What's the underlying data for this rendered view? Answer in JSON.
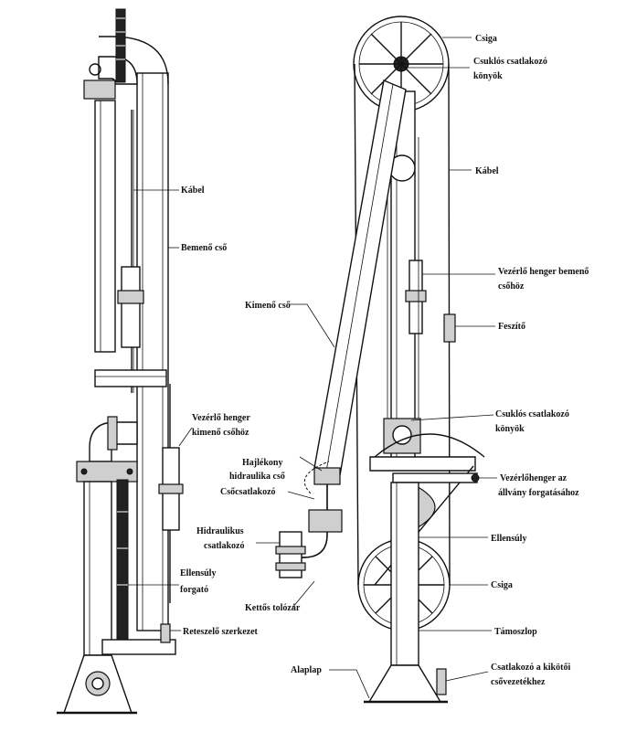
{
  "labels": {
    "csiga_top": "Csiga",
    "csuklos_top_1": "Csuklós csatlakozó",
    "csuklos_top_2": "könyök",
    "kabel_right": "Kábel",
    "vezerlo_bemeno_1": "Vezérlő henger bemenő",
    "vezerlo_bemeno_2": "csőhöz",
    "feszito": "Feszítő",
    "csuklos_mid_1": "Csuklós csatlakozó",
    "csuklos_mid_2": "könyök",
    "vezerlo_allvany_1": "Vezérlőhenger az",
    "vezerlo_allvany_2": "állvány forgatásához",
    "ellensuly_right": "Ellensúly",
    "csiga_bottom": "Csiga",
    "tamoszlop": "Támoszlop",
    "csatlakozo_1": "Csatlakozó a kikötői",
    "csatlakozo_2": "csővezetékhez",
    "alaplap": "Alaplap",
    "kabel_left": "Kábel",
    "bemeno_cso": "Bemenő cső",
    "kimeno_cso": "Kimenő cső",
    "vezerlo_kimeno_1": "Vezérlő henger",
    "vezerlo_kimeno_2": "kimenő csőhöz",
    "hajlekony_1": "Hajlékony",
    "hajlekony_2": "hidraulika cső",
    "csocsatlakozo": "Csőcsatlakozó",
    "hidraulikus_1": "Hidraulikus",
    "hidraulikus_2": "csatlakozó",
    "ellensuly_forgato_1": "Ellensúly",
    "ellensuly_forgato_2": "forgató",
    "kettos_tolozar": "Kettős tolózár",
    "reteszelo": "Reteszelő szerkezet"
  }
}
